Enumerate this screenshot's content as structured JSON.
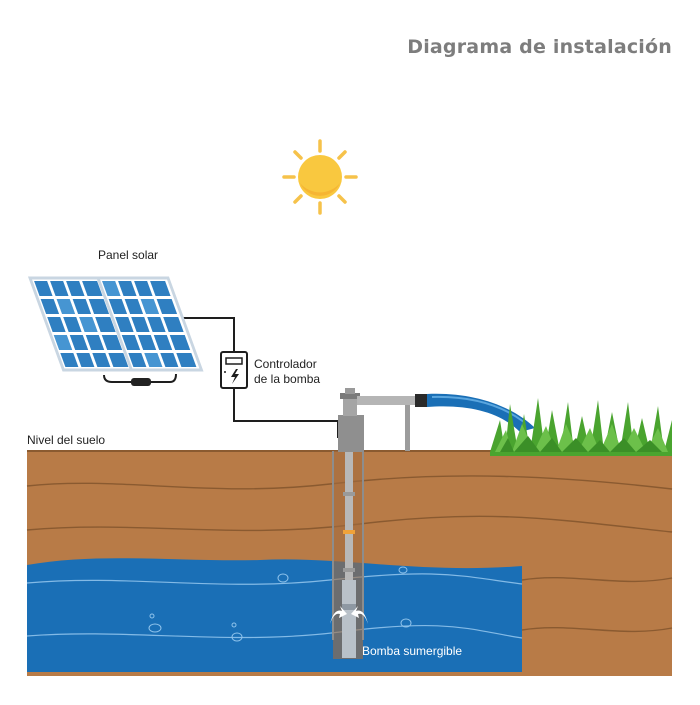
{
  "title": "Diagrama de instalación",
  "labels": {
    "solar_panel": "Panel solar",
    "controller_line1": "Controlador",
    "controller_line2": "de la bomba",
    "ground_level": "Nivel del suelo",
    "pump": "Bomba sumergible"
  },
  "colors": {
    "soil": "#b87b47",
    "soil_line": "#8a5a30",
    "water": "#1a6fb6",
    "water_light": "#5aa6df",
    "panel_blue": "#2f7fc1",
    "sun": "#f8c843",
    "grass": "#4aa42f",
    "title": "#7d7d7d"
  }
}
